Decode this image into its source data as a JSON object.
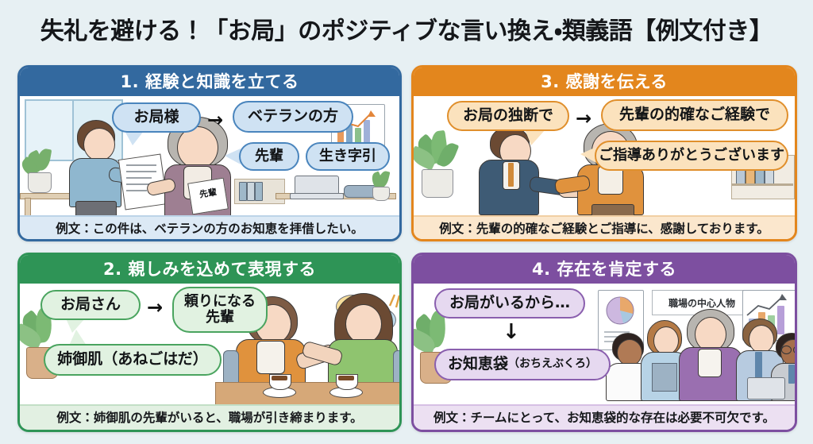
{
  "title": "失礼を避ける！「お局」のポジティブな言い換え・類義語【例文付き】",
  "colors": {
    "background": "#e7f0f3",
    "panel1": "#33699f",
    "panel2": "#2e9456",
    "panel3": "#e3861d",
    "panel4": "#7d4fa0",
    "title_text": "#15171a"
  },
  "panels": [
    {
      "id": "panel-1",
      "number": "1.",
      "heading": "1. 経験と知識を立てる",
      "accent": "#33699f",
      "before_term": "お局様",
      "arrow": "→",
      "after_terms": [
        "ベテランの方",
        "先輩",
        "生き字引"
      ],
      "scene_label": "先輩",
      "example": "例文：この件は、ベテランの方のお知恵を拝借したい。"
    },
    {
      "id": "panel-2",
      "number": "2.",
      "heading": "2. 親しみを込めて表現する",
      "accent": "#2e9456",
      "before_term": "お局さん",
      "arrow": "→",
      "after_terms": [
        "頼りになる\n先輩",
        "姉御肌（あねごはだ）"
      ],
      "after_term_1": "頼りになる",
      "after_term_1b": "先輩",
      "after_term_2": "姉御肌（あねごはだ）",
      "example": "例文：姉御肌の先輩がいると、職場が引き締まります。"
    },
    {
      "id": "panel-3",
      "number": "3.",
      "heading": "3. 感謝を伝える",
      "accent": "#e3861d",
      "before_term": "お局の独断で",
      "arrow": "→",
      "after_terms": [
        "先輩の的確なご経験で",
        "ご指導ありがとうございます"
      ],
      "after_term_1": "先輩の的確なご経験で",
      "after_term_2": "ご指導ありがとうございます",
      "example": "例文：先輩の的確なご経験とご指導に、感謝しております。"
    },
    {
      "id": "panel-4",
      "number": "4.",
      "heading": "4. 存在を肯定する",
      "accent": "#7d4fa0",
      "before_term": "お局がいるから…",
      "arrow": "↓",
      "after_terms": [
        "お知恵袋（おちえぶくろ）"
      ],
      "after_term_main": "お知恵袋",
      "after_term_ruby": "（おちえぶくろ）",
      "scene_label": "職場の中心人物",
      "example": "例文：チームにとって、お知恵袋的な存在は必要不可欠です。"
    }
  ]
}
